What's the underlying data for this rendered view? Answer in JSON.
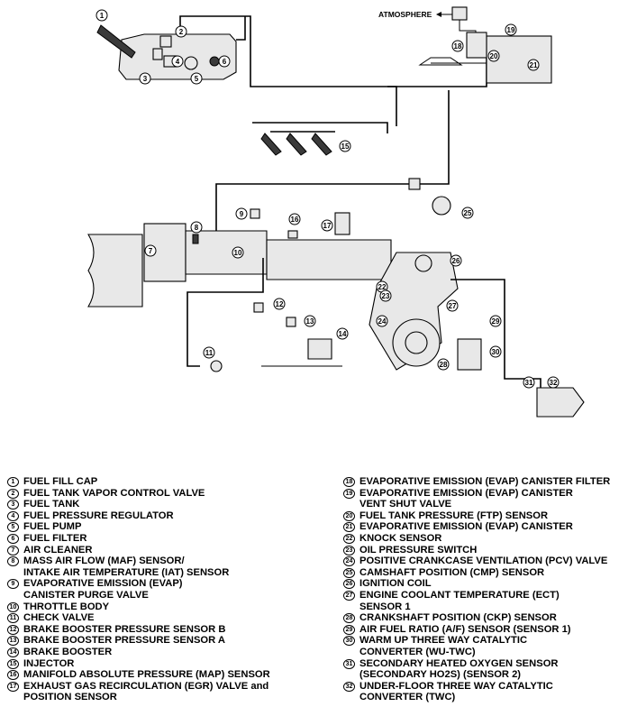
{
  "diagram": {
    "atmosphere_label": "ATMOSPHERE"
  },
  "legend": {
    "left": [
      {
        "num": "1",
        "lines": [
          "FUEL FILL CAP"
        ]
      },
      {
        "num": "2",
        "lines": [
          "FUEL TANK VAPOR CONTROL VALVE"
        ]
      },
      {
        "num": "3",
        "lines": [
          "FUEL TANK"
        ]
      },
      {
        "num": "4",
        "lines": [
          "FUEL PRESSURE REGULATOR"
        ]
      },
      {
        "num": "5",
        "lines": [
          "FUEL PUMP"
        ]
      },
      {
        "num": "6",
        "lines": [
          "FUEL FILTER"
        ]
      },
      {
        "num": "7",
        "lines": [
          "AIR CLEANER"
        ]
      },
      {
        "num": "8",
        "lines": [
          "MASS AIR FLOW (MAF) SENSOR/",
          "INTAKE AIR TEMPERATURE (IAT) SENSOR"
        ]
      },
      {
        "num": "9",
        "lines": [
          "EVAPORATIVE EMISSION (EVAP)",
          "CANISTER PURGE VALVE"
        ]
      },
      {
        "num": "10",
        "lines": [
          "THROTTLE BODY"
        ]
      },
      {
        "num": "11",
        "lines": [
          "CHECK VALVE"
        ]
      },
      {
        "num": "12",
        "lines": [
          "BRAKE BOOSTER PRESSURE SENSOR B"
        ]
      },
      {
        "num": "13",
        "lines": [
          "BRAKE BOOSTER PRESSURE SENSOR A"
        ]
      },
      {
        "num": "14",
        "lines": [
          "BRAKE BOOSTER"
        ]
      },
      {
        "num": "15",
        "lines": [
          "INJECTOR"
        ]
      },
      {
        "num": "16",
        "lines": [
          "MANIFOLD ABSOLUTE PRESSURE (MAP) SENSOR"
        ]
      },
      {
        "num": "17",
        "lines": [
          "EXHAUST GAS RECIRCULATION (EGR) VALVE and",
          "POSITION SENSOR"
        ]
      }
    ],
    "right": [
      {
        "num": "18",
        "lines": [
          "EVAPORATIVE EMISSION (EVAP) CANISTER FILTER"
        ]
      },
      {
        "num": "19",
        "lines": [
          "EVAPORATIVE EMISSION (EVAP) CANISTER",
          "VENT SHUT VALVE"
        ]
      },
      {
        "num": "20",
        "lines": [
          "FUEL TANK PRESSURE (FTP) SENSOR"
        ]
      },
      {
        "num": "21",
        "lines": [
          "EVAPORATIVE EMISSION (EVAP) CANISTER"
        ]
      },
      {
        "num": "22",
        "lines": [
          "KNOCK SENSOR"
        ]
      },
      {
        "num": "23",
        "lines": [
          "OIL PRESSURE SWITCH"
        ]
      },
      {
        "num": "24",
        "lines": [
          "POSITIVE CRANKCASE VENTILATION (PCV) VALVE"
        ]
      },
      {
        "num": "25",
        "lines": [
          "CAMSHAFT POSITION (CMP) SENSOR"
        ]
      },
      {
        "num": "26",
        "lines": [
          "IGNITION COIL"
        ]
      },
      {
        "num": "27",
        "lines": [
          "ENGINE COOLANT TEMPERATURE (ECT)",
          "SENSOR 1"
        ]
      },
      {
        "num": "28",
        "lines": [
          "CRANKSHAFT POSITION (CKP) SENSOR"
        ]
      },
      {
        "num": "29",
        "lines": [
          "AIR FUEL RATIO (A/F) SENSOR (SENSOR 1)"
        ]
      },
      {
        "num": "30",
        "lines": [
          "WARM UP THREE WAY CATALYTIC",
          "CONVERTER (WU-TWC)"
        ]
      },
      {
        "num": "31",
        "lines": [
          "SECONDARY HEATED OXYGEN SENSOR",
          "(SECONDARY HO2S) (SENSOR 2)"
        ]
      },
      {
        "num": "32",
        "lines": [
          "UNDER-FLOOR THREE WAY CATALYTIC",
          "CONVERTER (TWC)"
        ]
      }
    ]
  }
}
